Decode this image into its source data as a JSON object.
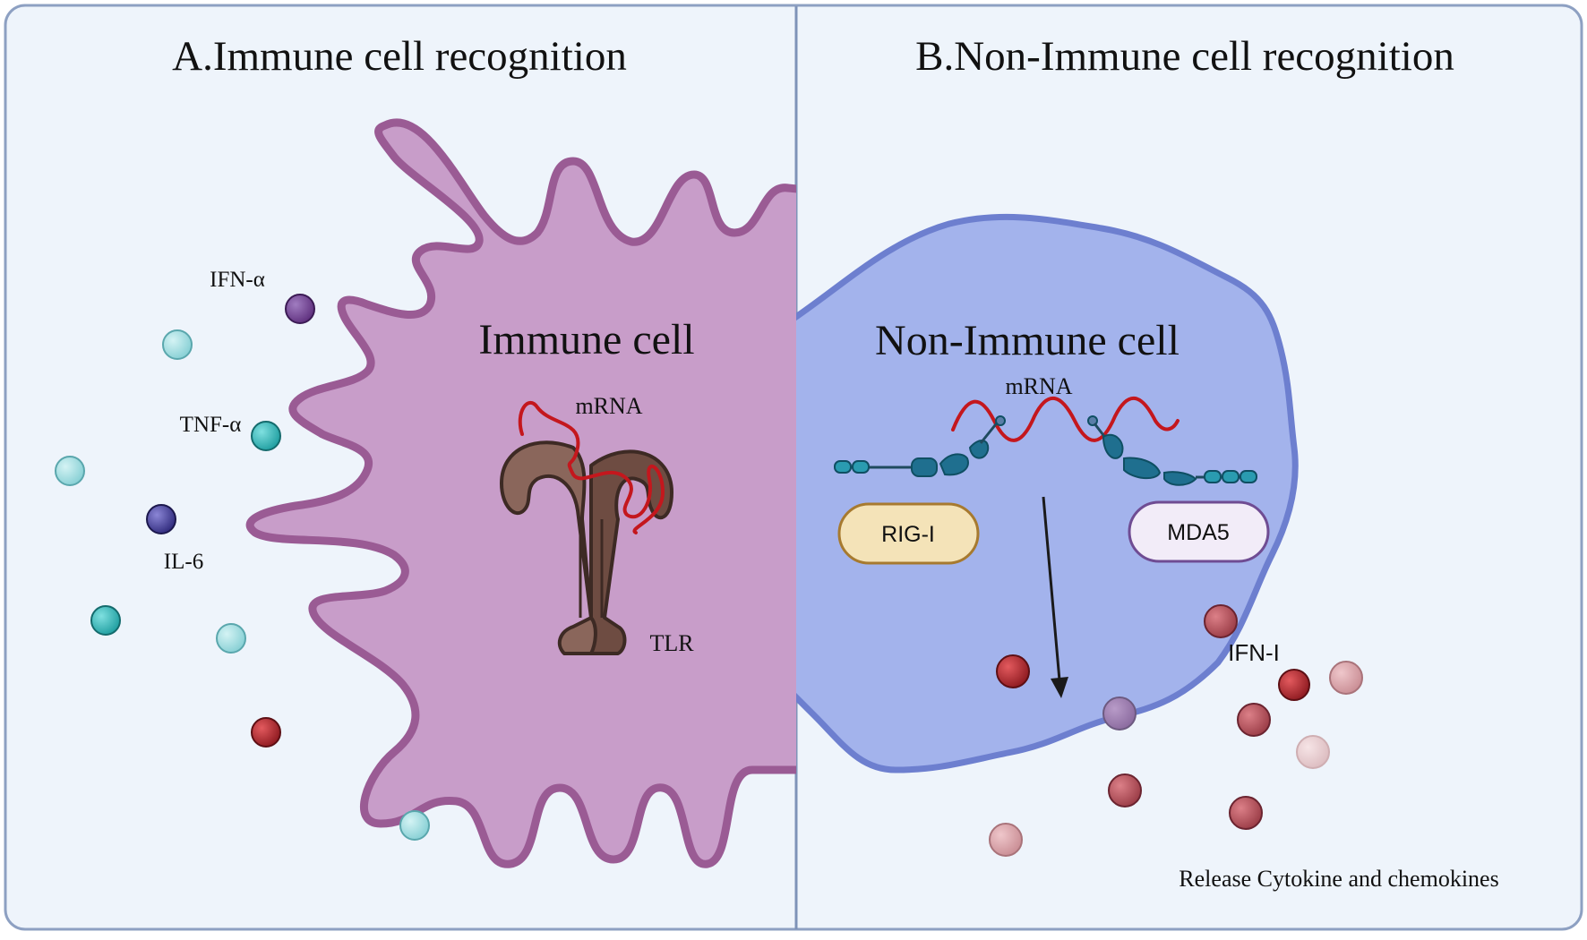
{
  "panels": {
    "immune": {
      "title": "A.Immune cell recognition",
      "cell_label": "Immune cell",
      "mrna_label": "mRNA",
      "receptor_label": "TLR",
      "cytokine_labels": {
        "ifn_alpha": "IFN-α",
        "tnf_alpha": "TNF-α",
        "il6": "IL-6"
      }
    },
    "non_immune": {
      "title": "B.Non-Immune cell recognition",
      "cell_label": "Non-Immune cell",
      "mrna_label": "mRNA",
      "rig_label": "RIG-I",
      "mda_label": "MDA5",
      "ifn_label": "IFN-I",
      "release_label": "Release Cytokine and chemokines"
    }
  },
  "colors": {
    "background": "#eef4fb",
    "panel_border": "#8da0c2",
    "immune_cell_fill": "#c89dc9",
    "immune_cell_stroke": "#9a5b94",
    "non_immune_fill": "#a3b3ec",
    "non_immune_stroke": "#6d7fcf",
    "mrna": "#c4171d",
    "tlr": "#7b5a50",
    "rig_fill": "#f4e3b8",
    "rig_stroke": "#a77a2f",
    "mda_fill": "#f2ecf8",
    "mda_stroke": "#6f4c93",
    "sensor_domain": "#1f6f8f",
    "ifn_alpha_ball": "#6c3b8c",
    "tnf_ball": "#2fb3b3",
    "light_ball": "#93d8dc",
    "il6_ball": "#3f3a8f",
    "red_ball": "#a8262c",
    "ifn1_ball": "#b35560"
  }
}
